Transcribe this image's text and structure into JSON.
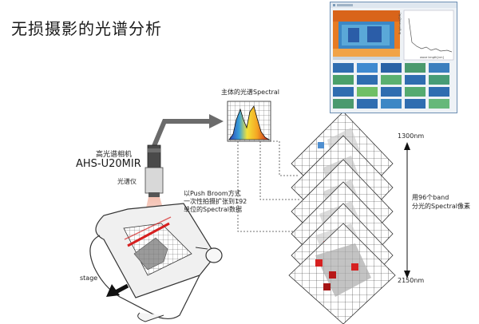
{
  "title": "无损摄影的光谱分析",
  "camera": {
    "label": "高光谱相机",
    "model": "AHS-U20MIR",
    "spectrometer_label": "光谱仪"
  },
  "spectrum_label": "主体的光谱Spectral",
  "push_broom_note": {
    "line1": "以Push Broom方式",
    "line2": "一次性拍摄扩张到192",
    "line3": "单位的Spectral数据"
  },
  "stage_label": "stage",
  "wavelength": {
    "top": "1300nm",
    "bottom": "2150nm",
    "band_line1": "用96个band",
    "band_line2": "分光的Spectral像素"
  },
  "screenshot": {
    "chart_axis_y": "Brightness[DN]",
    "chart_axis_x": "wave length[nm]"
  },
  "colors": {
    "grid_line": "#555555",
    "red_scan": "#d62020",
    "arrow_gray": "#6b6b6b",
    "panel_border": "#6d8fb3"
  }
}
